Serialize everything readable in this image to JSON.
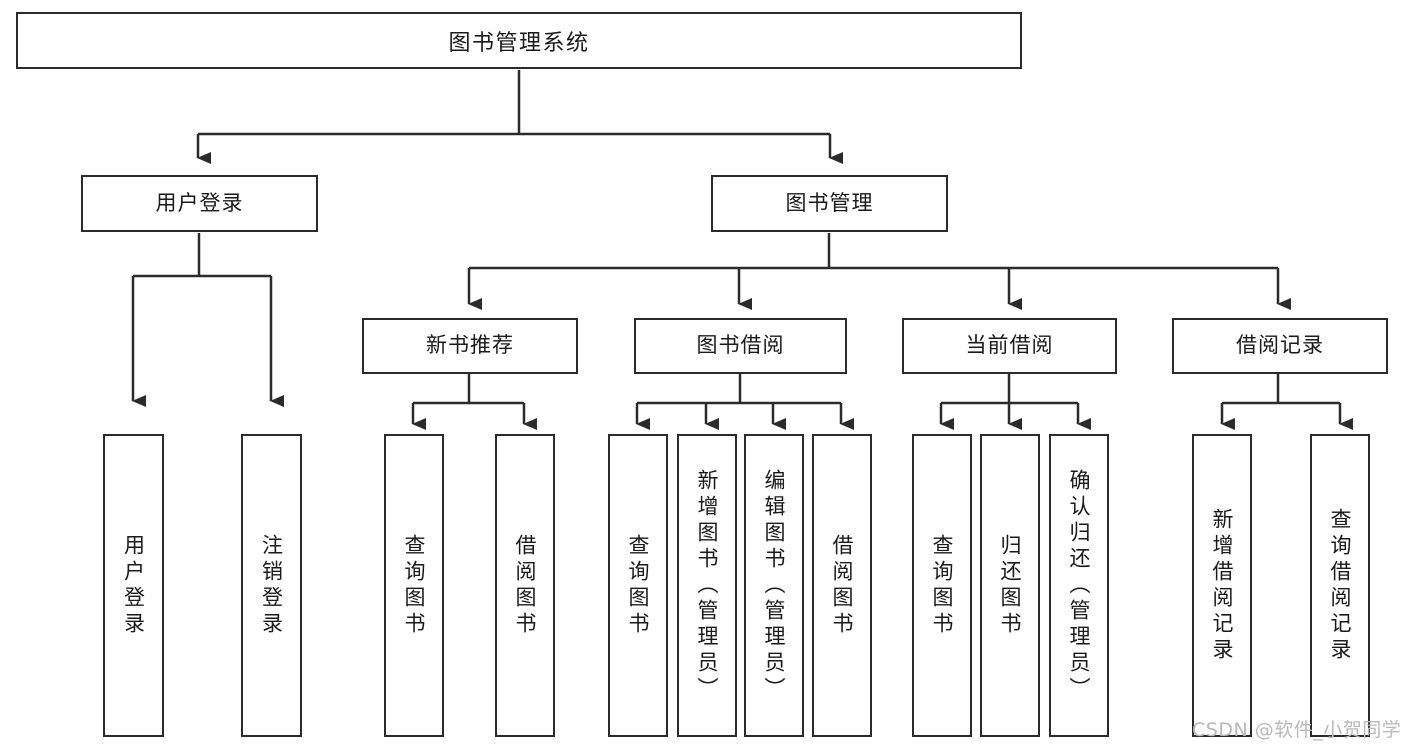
{
  "diagram": {
    "title": "图书管理系统",
    "type": "tree-hierarchy-chart",
    "root": {
      "label": "图书管理系统"
    },
    "level2": [
      {
        "label": "用户登录"
      },
      {
        "label": "图书管理"
      }
    ],
    "level3": [
      {
        "label": "新书推荐"
      },
      {
        "label": "图书借阅"
      },
      {
        "label": "当前借阅"
      },
      {
        "label": "借阅记录"
      }
    ],
    "leaves_user_login": [
      {
        "label": "用户登录"
      },
      {
        "label": "注销登录"
      }
    ],
    "leaves_new_book": [
      {
        "label": "查询图书"
      },
      {
        "label": "借阅图书"
      }
    ],
    "leaves_borrow": [
      {
        "label": "查询图书"
      },
      {
        "label": "新增图书（管理员）"
      },
      {
        "label": "编辑图书（管理员）"
      },
      {
        "label": "借阅图书"
      }
    ],
    "leaves_current": [
      {
        "label": "查询图书"
      },
      {
        "label": "归还图书"
      },
      {
        "label": "确认归还（管理员）"
      }
    ],
    "leaves_record": [
      {
        "label": "新增借阅记录"
      },
      {
        "label": "查询借阅记录"
      }
    ]
  },
  "watermark": {
    "text": "CSDN @软件_小贺同学"
  },
  "colors": {
    "stroke": "#2b2b2b",
    "fill": "#ffffff",
    "text": "#1a1a1a",
    "watermark": "#b9b9b9"
  }
}
